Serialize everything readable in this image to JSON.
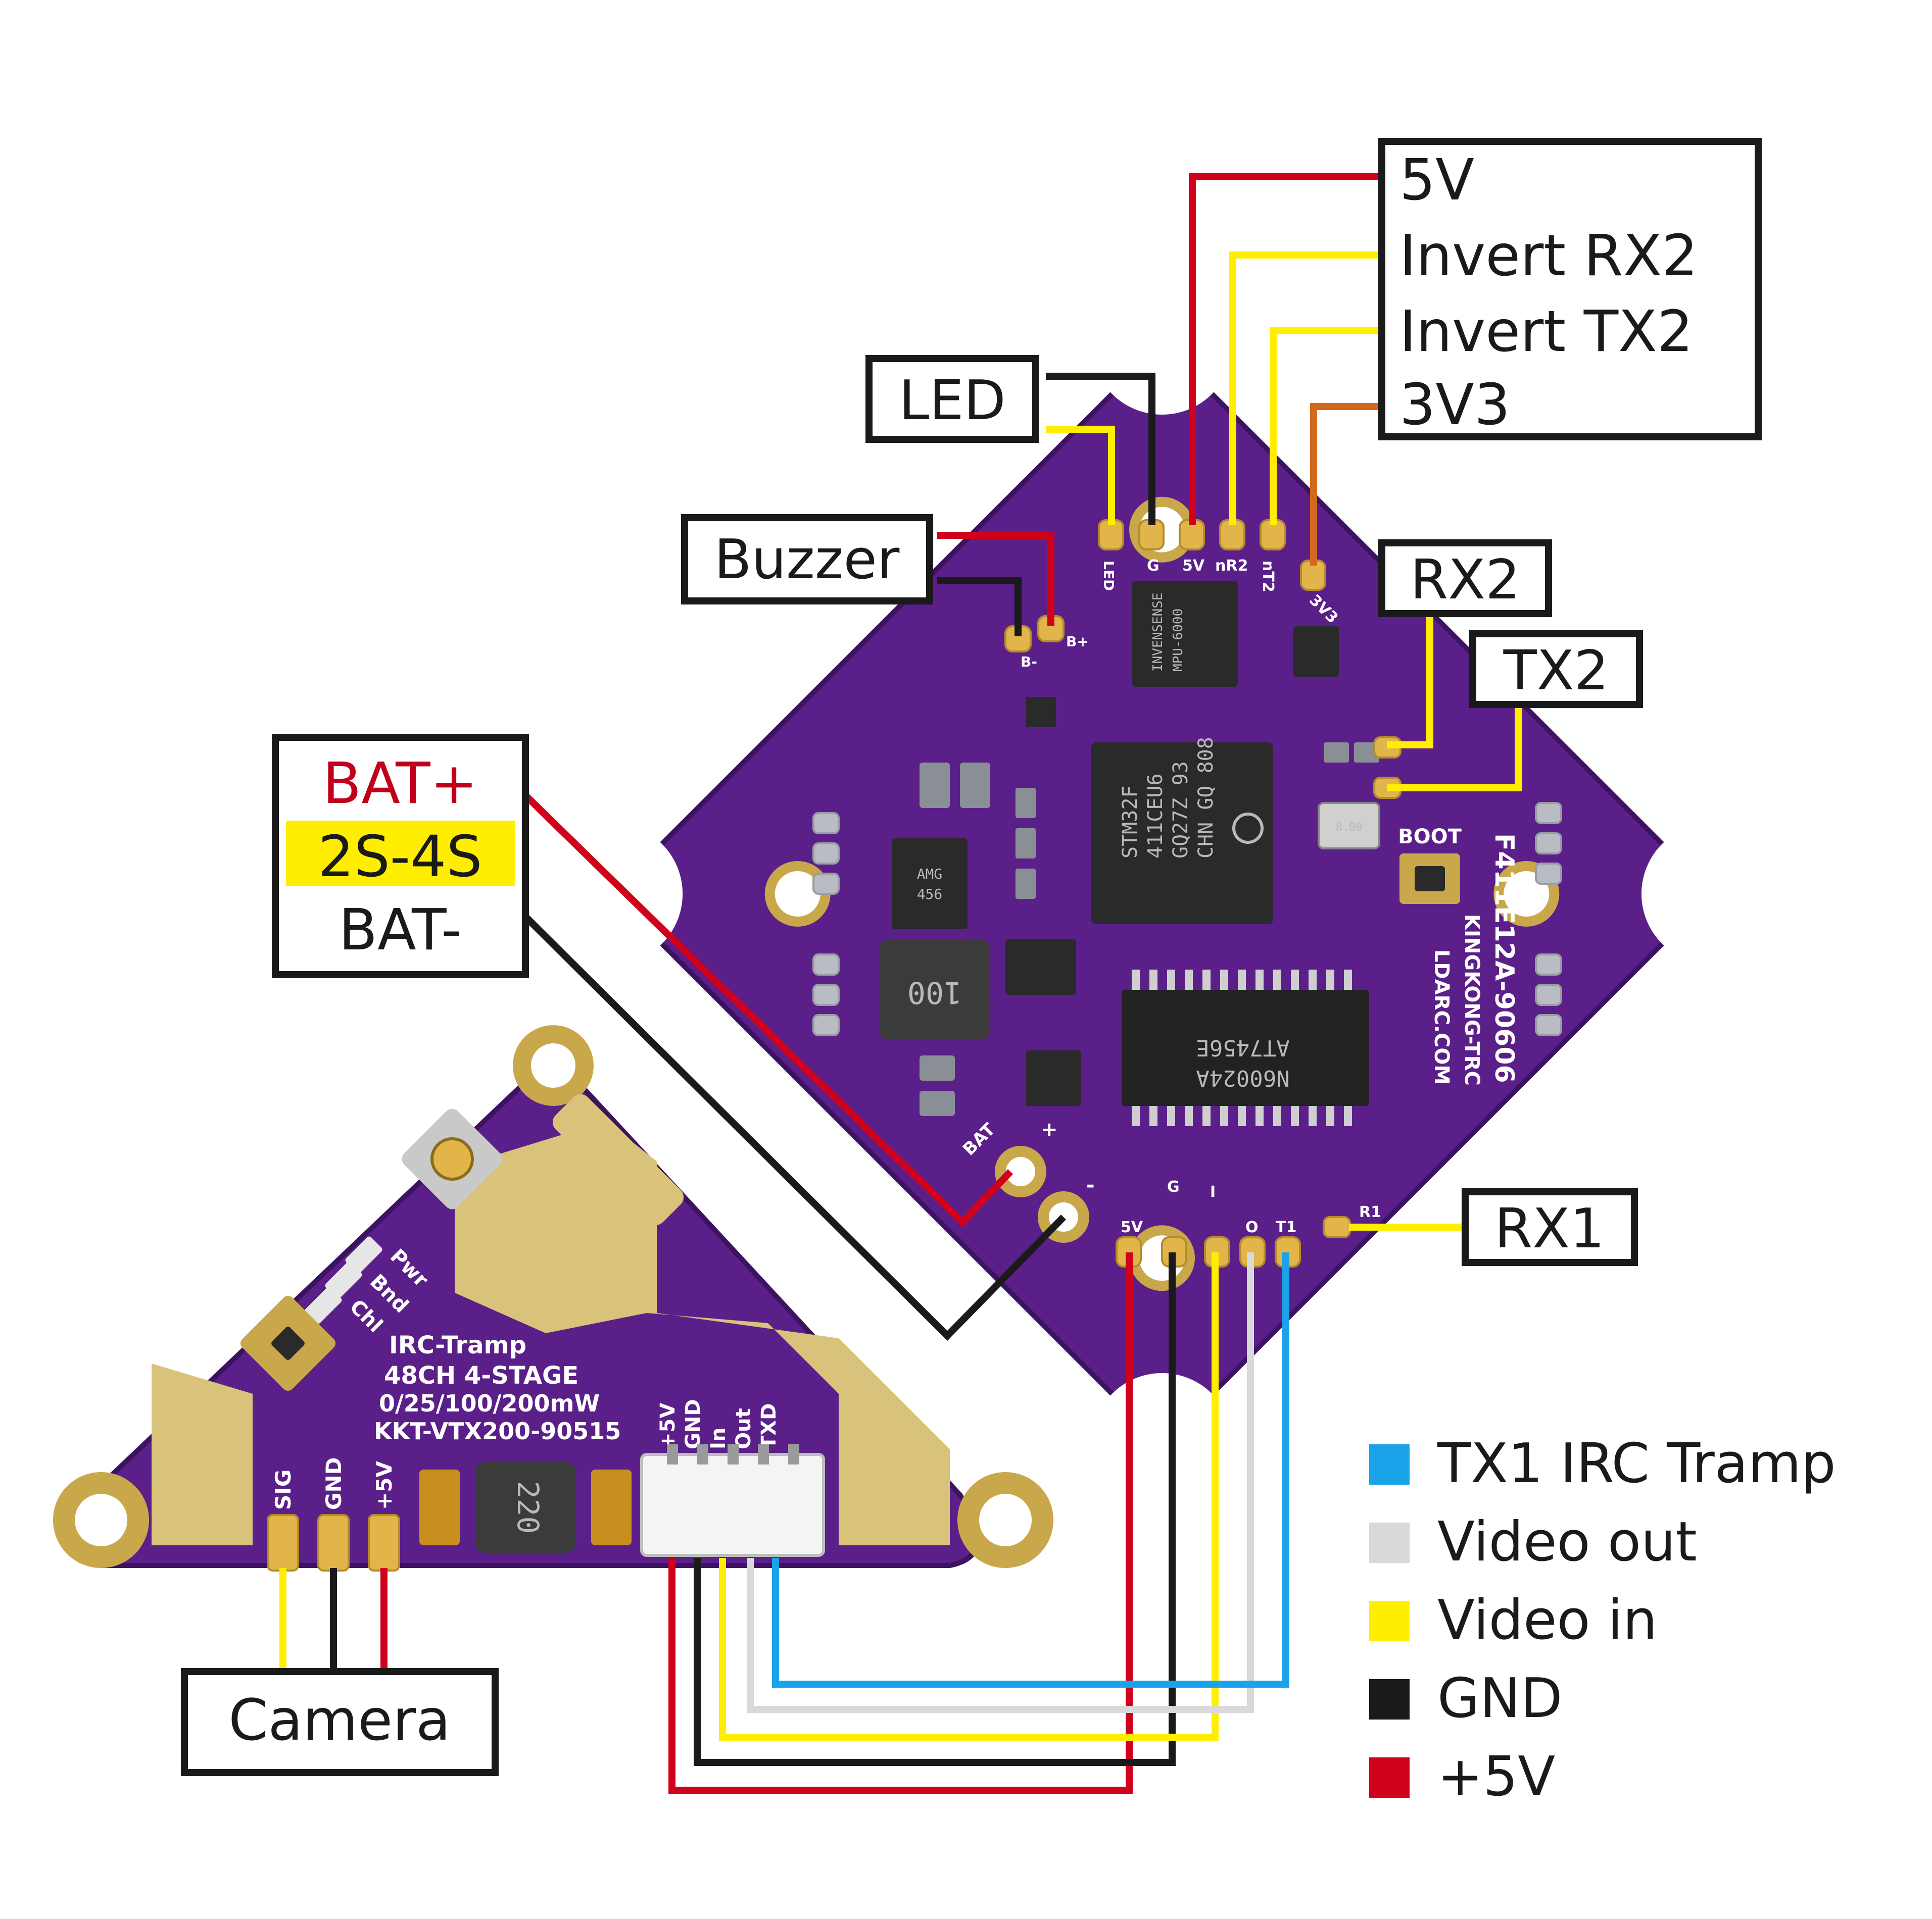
{
  "fc_labels": {
    "uart_box": [
      "5V",
      "Invert RX2",
      "Invert TX2",
      "3V3"
    ],
    "led": "LED",
    "buzzer": "Buzzer",
    "rx2": "RX2",
    "tx2": "TX2",
    "rx1": "RX1",
    "camera": "Camera",
    "battery": [
      "BAT+",
      "2S-4S",
      "BAT-"
    ]
  },
  "legend": [
    {
      "label": "TX1 IRC Tramp",
      "color": "#1aa3e8"
    },
    {
      "label": "Video out",
      "color": "#d9d9d9"
    },
    {
      "label": "Video in",
      "color": "#ffee00"
    },
    {
      "label": "GND",
      "color": "#1a1a1a"
    },
    {
      "label": "+5V",
      "color": "#d0021b"
    }
  ],
  "wire_colors": {
    "red": "#d0021b",
    "yellow": "#ffee00",
    "black": "#1a1a1a",
    "blue": "#1aa3e8",
    "white": "#d9d9d9",
    "orange": "#d2691e",
    "highlight": "#ffee00"
  },
  "fc_silk": {
    "pads_top": [
      "LED",
      "G",
      "5V",
      "nR2",
      "nT2",
      "3V3"
    ],
    "buzzer_pads": [
      "B-",
      "B+"
    ],
    "boot": "BOOT",
    "board_name": [
      "F411E12A-90606",
      "KINGKONG-TRC",
      "LDARC.COM"
    ],
    "bat_pads": [
      "BAT",
      "+",
      "-"
    ],
    "bottom_pads": [
      "5V",
      "G",
      "I",
      "O",
      "T1",
      "R1"
    ]
  },
  "fc_chips": {
    "mcu": [
      "STM32F",
      "411CEU6",
      "GQ27Z 93",
      "CHN GQ 808"
    ],
    "imu": [
      "INVENSENSE",
      "MPU-6000"
    ],
    "osd": [
      "AT7456E",
      "N60024A"
    ],
    "inductor": "100",
    "regulator": [
      "AMG",
      "456"
    ],
    "crystal": "8.00"
  },
  "vtx_silk": {
    "leds": [
      "Pwr",
      "Bnd",
      "Chl"
    ],
    "name": [
      "IRC-Tramp",
      "48CH 4-STAGE",
      "0/25/100/200mW",
      "KKT-VTX200-90515"
    ],
    "conn_pads": [
      "+5V",
      "GND",
      "In",
      "Out",
      "TXD"
    ],
    "cam_pads": [
      "SIG",
      "GND",
      "+5V"
    ],
    "inductor": "220"
  }
}
